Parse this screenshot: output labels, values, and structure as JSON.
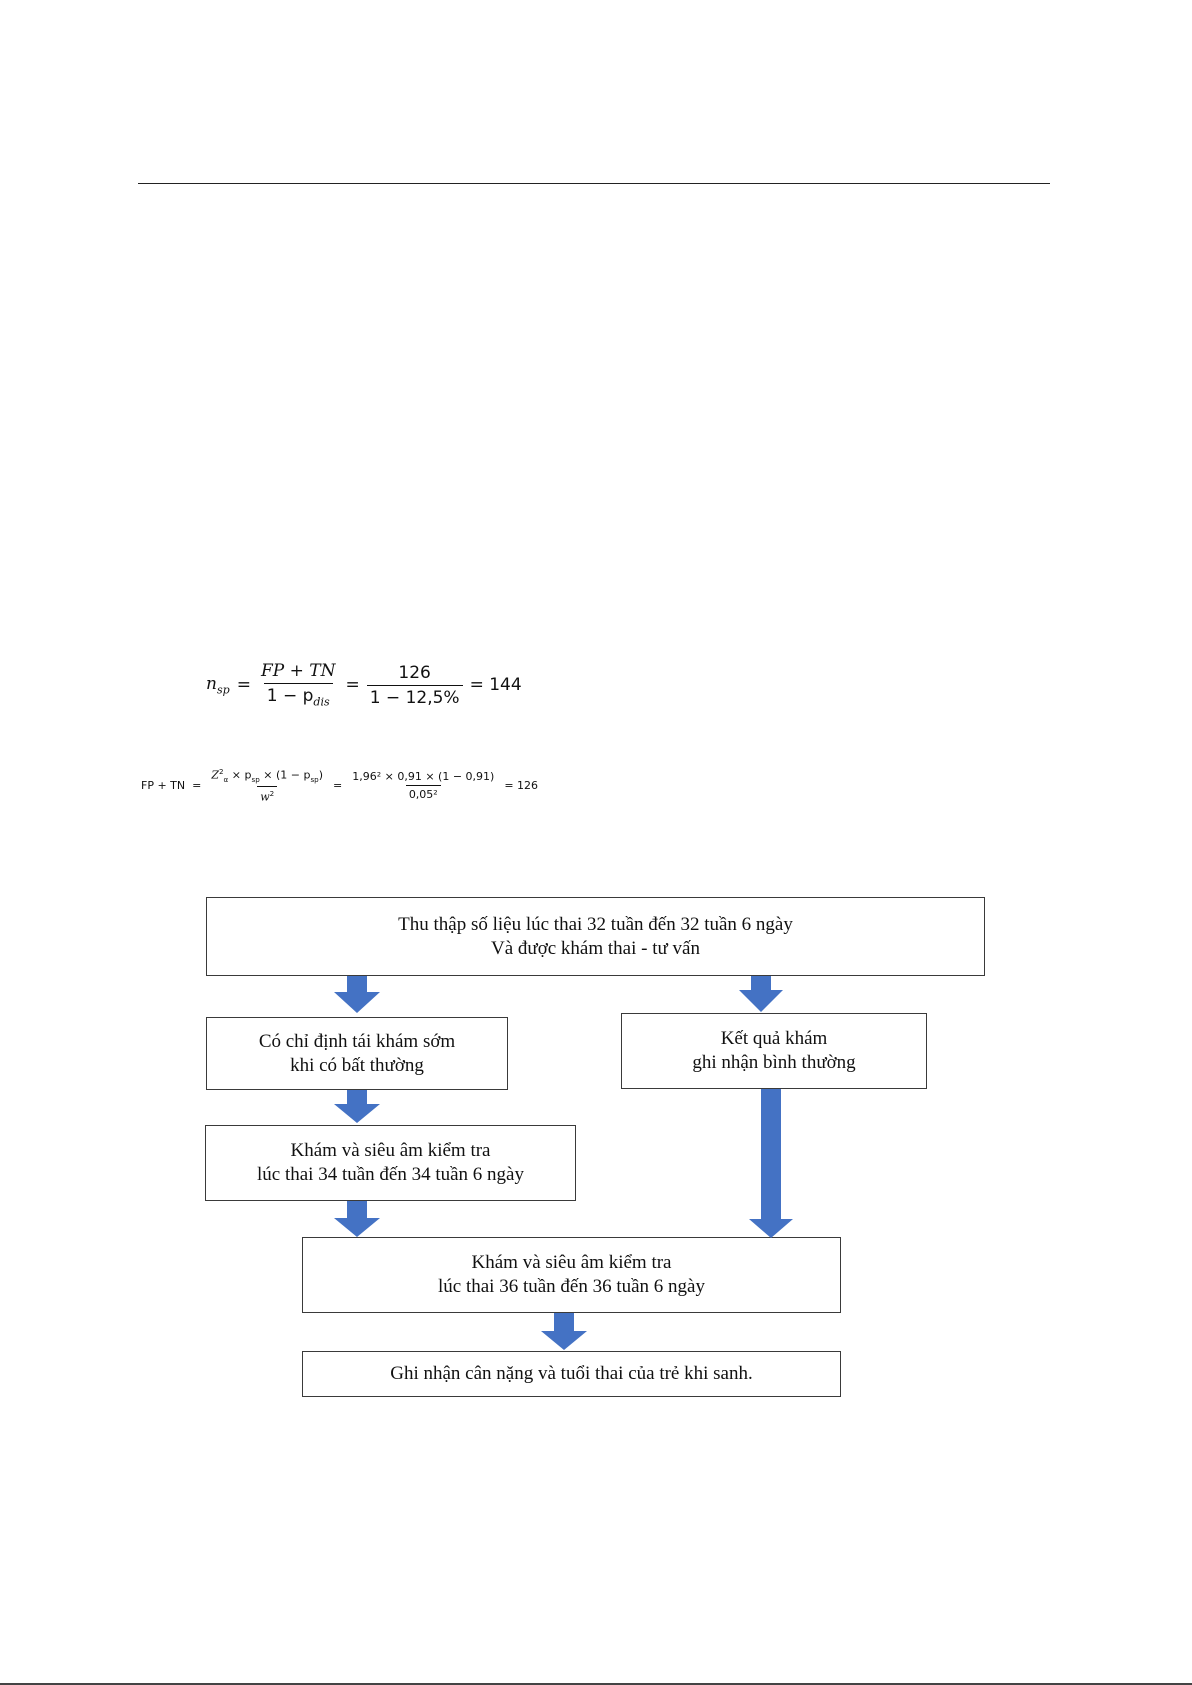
{
  "formula_sample": {
    "lhs": "n",
    "lhs_sub": "sp",
    "num": "FP + TN",
    "den": "1 − p",
    "den_sub": "dis",
    "num2": "126",
    "den2": "1 − 12,5%",
    "result": "= 144"
  },
  "formula_fptn": {
    "lhs": "FP + TN",
    "num_a": "Z",
    "num_a_sup": "2",
    "num_a_sub": "α",
    "num_b": "× p",
    "num_b_sub": "sp",
    "num_c": "× (1 − p",
    "num_c_sub": "sp",
    "num_c_end": ")",
    "den": "w",
    "den_sup": "2",
    "num2": "1,96² × 0,91 × (1 − 0,91)",
    "den2": "0,05²",
    "result": "= 126"
  },
  "flowchart": {
    "box_top": [
      "Thu thập số liệu lúc thai 32 tuần đến 32 tuần 6 ngày",
      "Và được khám thai - tư vấn"
    ],
    "box_left_1": [
      "Có chỉ định tái khám sớm",
      "khi có bất thường"
    ],
    "box_right_1": [
      "Kết quả khám",
      "ghi nhận bình thường"
    ],
    "box_left_2": [
      "Khám và siêu âm kiểm tra",
      "lúc thai 34 tuần đến 34 tuần 6 ngày"
    ],
    "box_center": [
      "Khám và siêu âm kiểm tra",
      "lúc thai 36 tuần đến 36 tuần 6 ngày"
    ],
    "box_bottom": [
      "Ghi nhận cân nặng và tuổi thai của trẻ khi sanh."
    ],
    "arrow_color": "#4472c4"
  }
}
